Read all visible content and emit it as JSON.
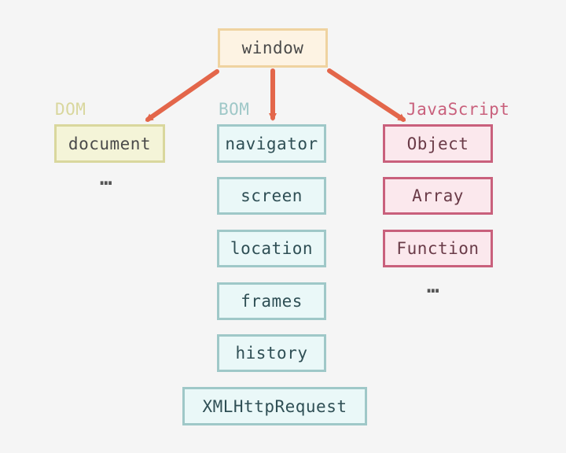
{
  "root": {
    "label": "window"
  },
  "groups": {
    "dom": {
      "label": "DOM",
      "color": "#d9d79d",
      "items": [
        "document"
      ],
      "ellipsis": "…"
    },
    "bom": {
      "label": "BOM",
      "color": "#9fc8c8",
      "items": [
        "navigator",
        "screen",
        "location",
        "frames",
        "history",
        "XMLHttpRequest"
      ]
    },
    "js": {
      "label": "JavaScript",
      "color": "#c9607c",
      "items": [
        "Object",
        "Array",
        "Function"
      ],
      "ellipsis": "…"
    }
  },
  "colors": {
    "arrow": "#e3664a",
    "ellipsis": "#555555"
  }
}
